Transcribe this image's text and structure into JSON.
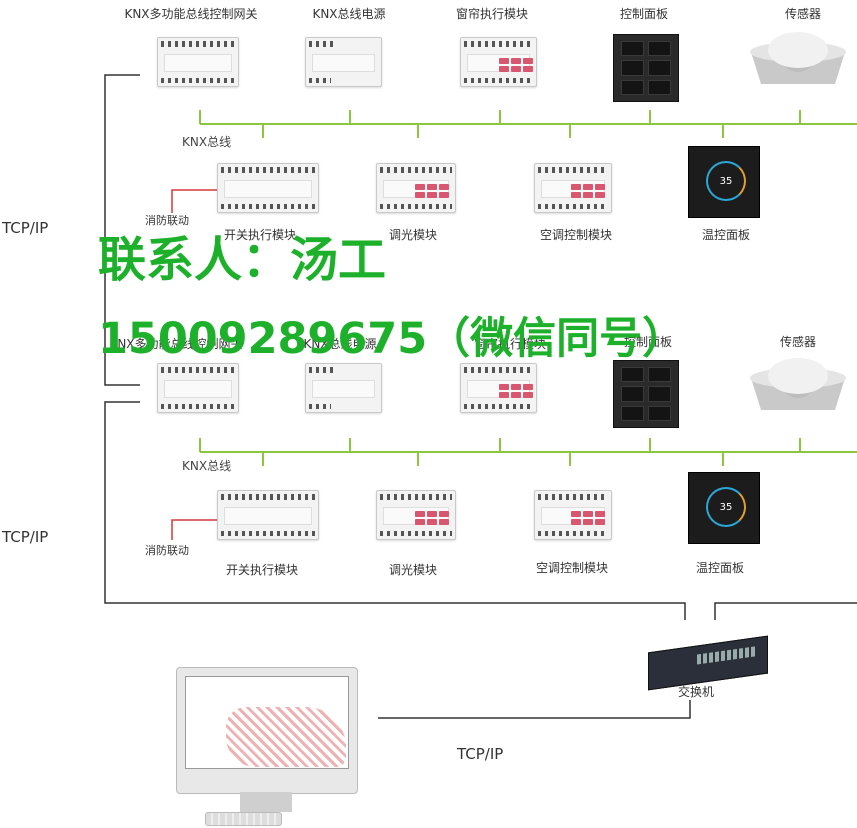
{
  "diagram": {
    "top_devices": [
      {
        "id": "gateway",
        "label": "KNX多功能总线控制网关"
      },
      {
        "id": "power",
        "label": "KNX总线电源"
      },
      {
        "id": "curtain",
        "label": "窗帘执行模块"
      },
      {
        "id": "panel",
        "label": "控制面板"
      },
      {
        "id": "sensor",
        "label": "传感器"
      }
    ],
    "bus_label_1": "KNX总线",
    "fire_label_1": "消防联动",
    "row2_devices": [
      {
        "id": "switch",
        "label": "开关执行模块"
      },
      {
        "id": "dimmer",
        "label": "调光模块"
      },
      {
        "id": "ac",
        "label": "空调控制模块"
      },
      {
        "id": "thermo",
        "label": "温控面板"
      }
    ],
    "tcp_label": "TCP/IP",
    "lower_top_devices": [
      {
        "id": "gateway2",
        "label": "KNX多功能总线控制网关"
      },
      {
        "id": "power2",
        "label": "KNX总线电源"
      },
      {
        "id": "curtain2",
        "label": "窗帘执行模块"
      },
      {
        "id": "panel2",
        "label": "控制面板"
      },
      {
        "id": "sensor2",
        "label": "传感器"
      }
    ],
    "bus_label_2": "KNX总线",
    "fire_label_2": "消防联动",
    "lower_row2_devices": [
      {
        "id": "switch2",
        "label": "开关执行模块"
      },
      {
        "id": "dimmer2",
        "label": "调光模块"
      },
      {
        "id": "ac2",
        "label": "空调控制模块"
      },
      {
        "id": "thermo2",
        "label": "温控面板"
      }
    ],
    "switch_label": "交换机",
    "thermo_temp": "35"
  },
  "watermark": {
    "line1": "联系人：汤工",
    "line2": "15009289675（微信同号）"
  },
  "colors": {
    "bus_green": "#8cc63f",
    "fire_red": "#d23a3a",
    "watermark_green": "#1db02a",
    "line": "#333333"
  }
}
